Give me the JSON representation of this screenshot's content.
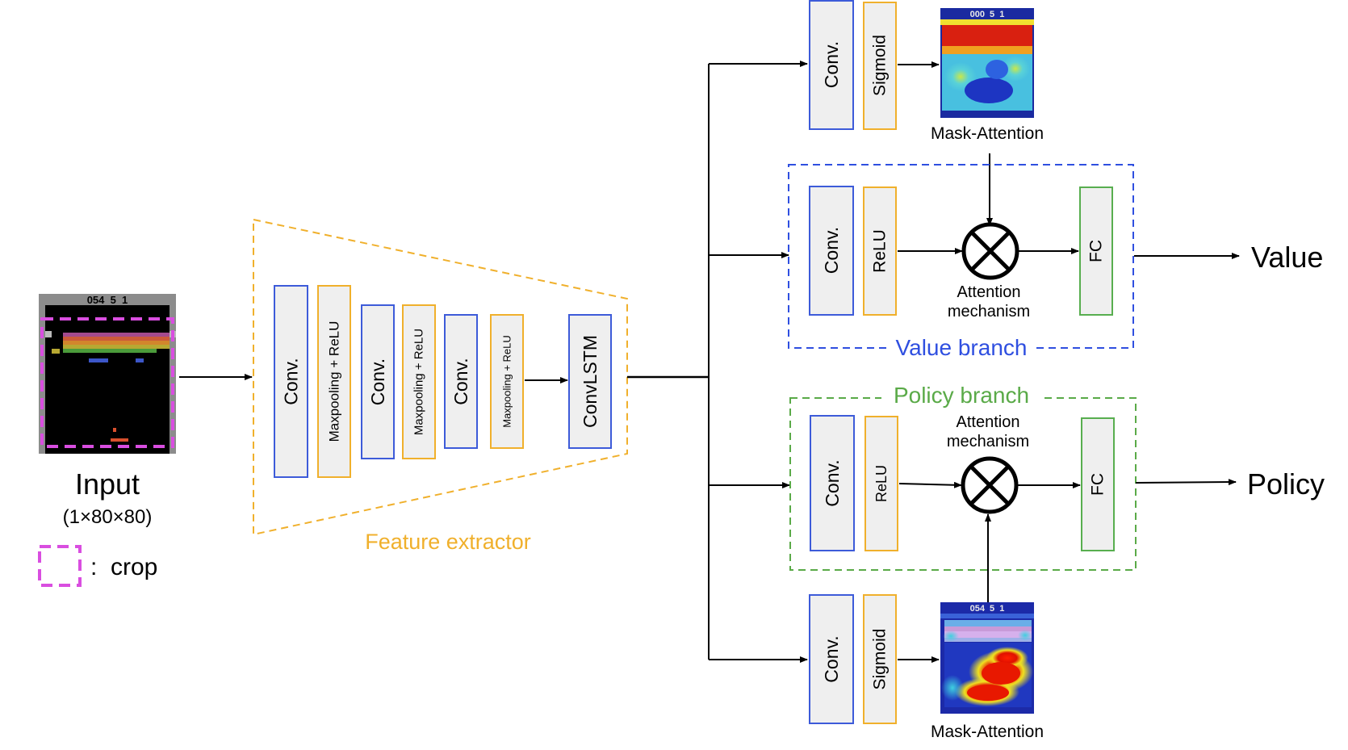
{
  "colors": {
    "conv_border": "#3d5bd9",
    "relu_border": "#f0b02c",
    "fc_border": "#58ae4f",
    "feature_extractor": "#f0b02c",
    "value_branch": "#2f4fe0",
    "policy_branch": "#5aaa48",
    "crop_marker": "#d94ee0",
    "block_fill": "#efefef"
  },
  "input": {
    "label": "Input",
    "shape": "(1×80×80)",
    "score_text": "054  5  1",
    "legend_text": ":  crop"
  },
  "feature_extractor": {
    "title": "Feature extractor",
    "blocks": [
      "Conv.",
      "Maxpooling + ReLU",
      "Conv.",
      "Maxpooling + ReLU",
      "Conv.",
      "Maxpooling + ReLU",
      "ConvLSTM"
    ]
  },
  "value_mask": {
    "conv": "Conv.",
    "activation": "Sigmoid",
    "caption": "Mask-Attention",
    "score_text": "000  5  1"
  },
  "value_branch": {
    "title": "Value branch",
    "conv": "Conv.",
    "activation": "ReLU",
    "attention_line1": "Attention",
    "attention_line2": "mechanism",
    "fc": "FC",
    "output": "Value"
  },
  "policy_branch": {
    "title": "Policy branch",
    "conv": "Conv.",
    "activation": "ReLU",
    "attention_line1": "Attention",
    "attention_line2": "mechanism",
    "fc": "FC",
    "output": "Policy"
  },
  "policy_mask": {
    "conv": "Conv.",
    "activation": "Sigmoid",
    "caption": "Mask-Attention",
    "score_text": "054  5  1"
  }
}
